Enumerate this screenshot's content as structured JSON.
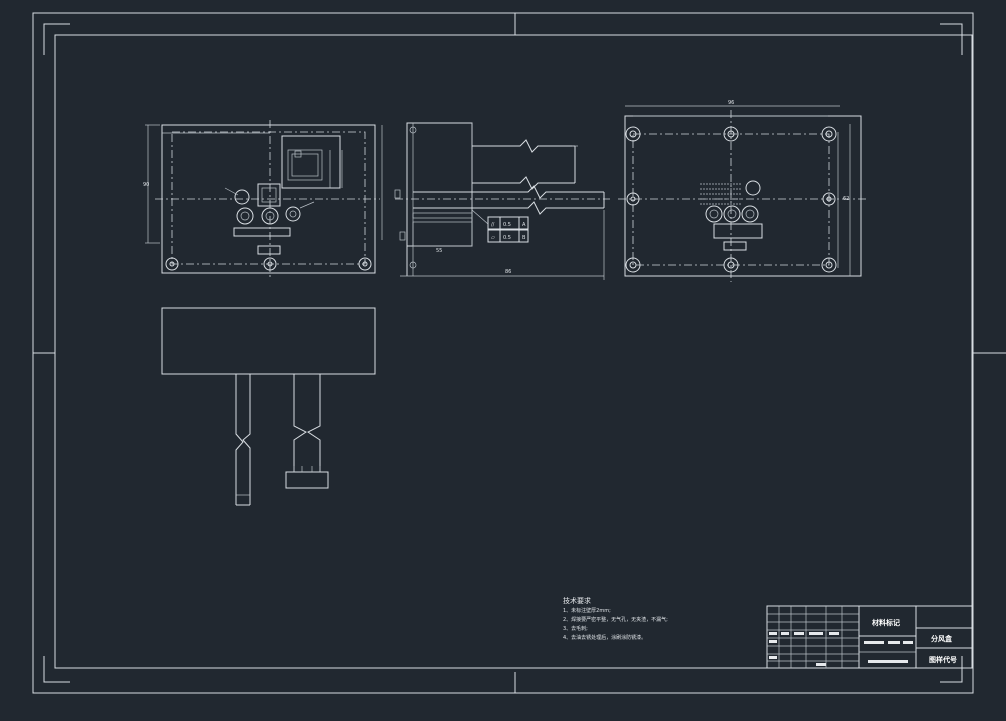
{
  "drawing": {
    "title": "分风盒",
    "title_block_mark": "材料标记",
    "drawing_number_label": "图样代号"
  },
  "notes": {
    "heading": "技术要求",
    "items": [
      "1、未标注壁厚2mm;",
      "2、焊接要严密平整，无气孔，无夹渣，不漏气;",
      "3、去毛刺;",
      "4、去油去锈处理后，涂刷涂防锈漆。"
    ]
  },
  "tolerances": {
    "flatness_1": "0.5",
    "flatness_2": "0.5"
  },
  "colors": {
    "background": "#212830",
    "line": "#d8dde2"
  }
}
